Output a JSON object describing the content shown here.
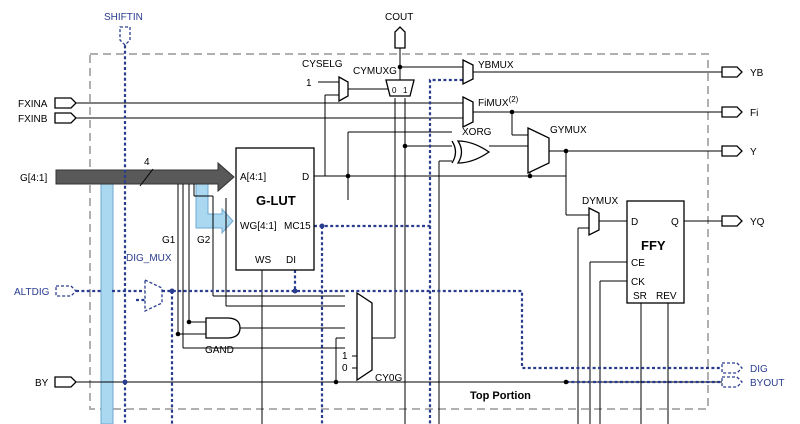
{
  "colors": {
    "dashed_signal": "#2a3c8e",
    "bus_fill": "#595959",
    "highlight_bus": "#aad8f0",
    "border": "#b0b0b0"
  },
  "labels": {
    "shiftin": "SHIFTIN",
    "cout": "COUT",
    "cyselg": "CYSELG",
    "cymuxg": "CYMUXG",
    "cymuxg_in0": "0",
    "cymuxg_in1": "1",
    "cyselg_const": "1",
    "ybmux": "YBMUX",
    "fimux": "FiMUX",
    "fimux_note": "(2)",
    "xorg": "XORG",
    "gymux": "GYMUX",
    "dymux": "DYMUX",
    "fxina": "FXINA",
    "fxinb": "FXINB",
    "g_in": "G[4:1]",
    "bus_width": "4",
    "g1": "G1",
    "g2": "G2",
    "dig_mux": "DIG_MUX",
    "altdig": "ALTDIG",
    "gand": "GAND",
    "by": "BY",
    "cy0g": "CY0G",
    "cy0g_in1": "1",
    "cy0g_in0": "0",
    "top_portion": "Top Portion",
    "yb": "YB",
    "fi": "Fi",
    "y": "Y",
    "yq": "YQ",
    "dig": "DIG",
    "byout": "BYOUT"
  },
  "glut": {
    "title": "G-LUT",
    "a_pin": "A[4:1]",
    "d_pin": "D",
    "wg_pin": "WG[4:1]",
    "mc15_pin": "MC15",
    "ws_pin": "WS",
    "di_pin": "DI"
  },
  "ffy": {
    "title": "FFY",
    "d_pin": "D",
    "q_pin": "Q",
    "ce_pin": "CE",
    "ck_pin": "CK",
    "sr_pin": "SR",
    "rev_pin": "REV"
  }
}
